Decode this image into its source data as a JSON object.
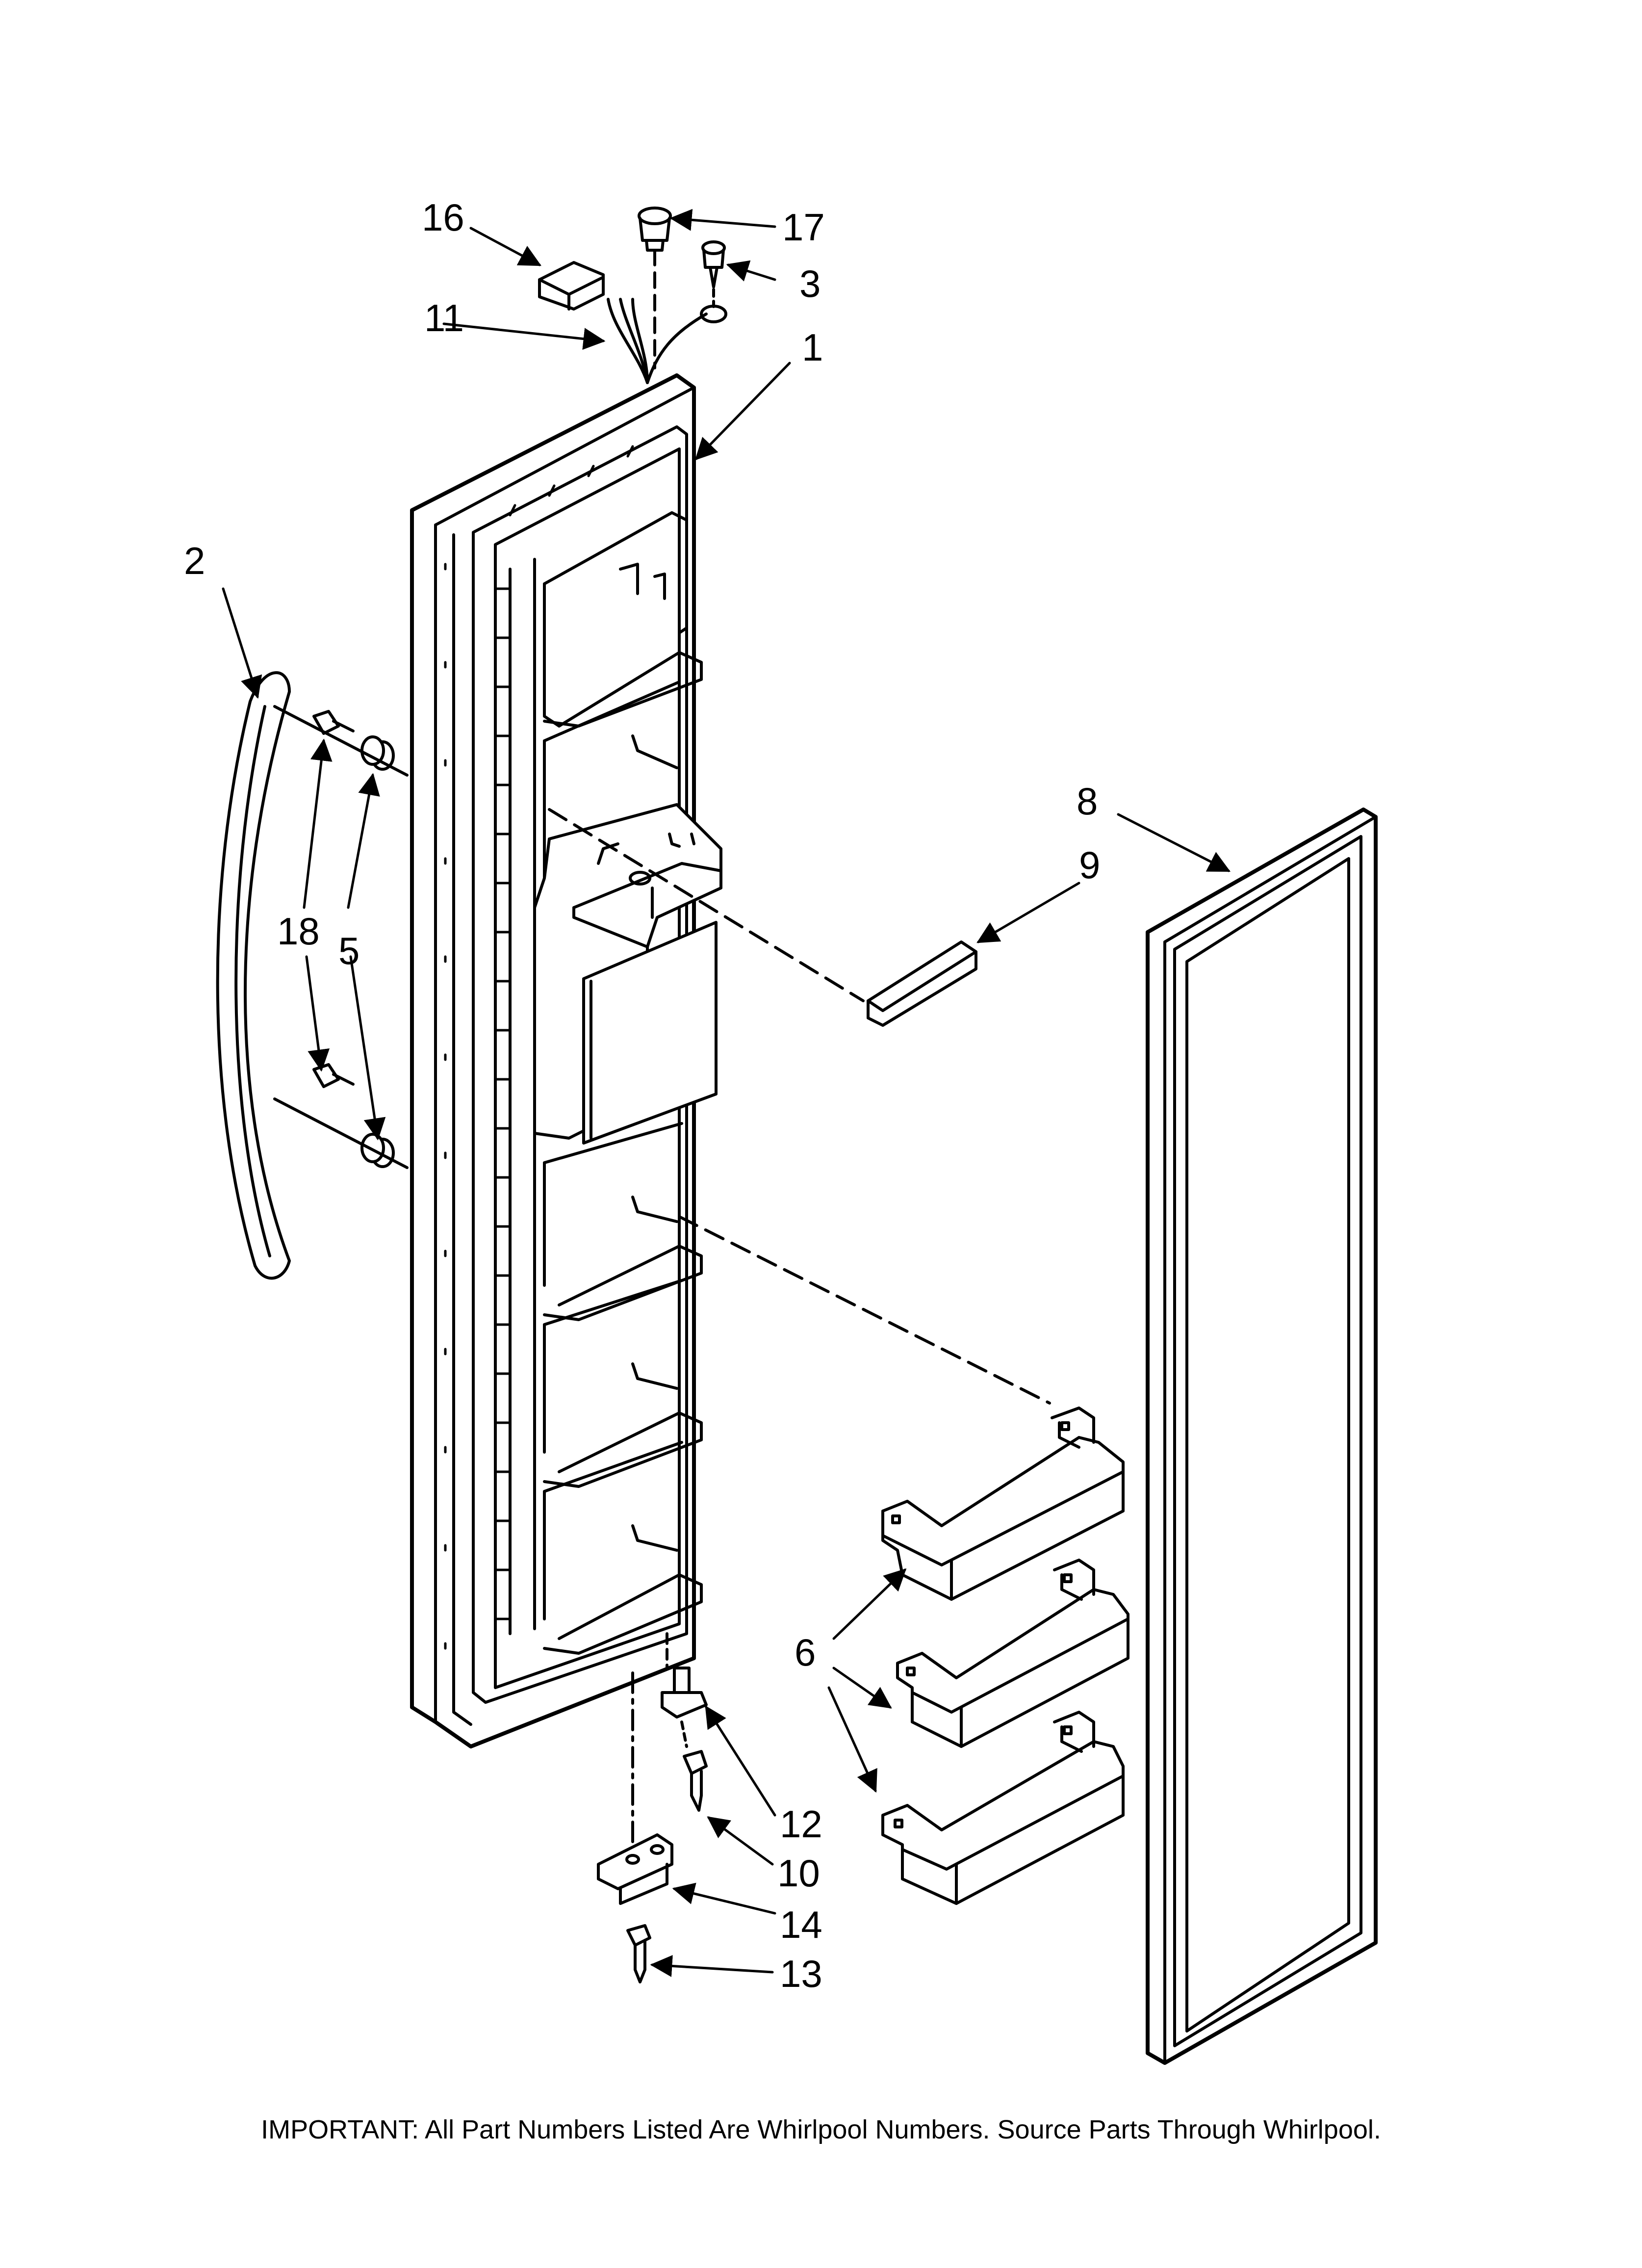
{
  "colors": {
    "line": "#000000",
    "background": "#ffffff",
    "shade": "#e6e6e6"
  },
  "labels": {
    "p1": "1",
    "p2": "2",
    "p3": "3",
    "p5": "5",
    "p6": "6",
    "p8": "8",
    "p9": "9",
    "p10": "10",
    "p11": "11",
    "p12": "12",
    "p13": "13",
    "p14": "14",
    "p16": "16",
    "p17": "17",
    "p18": "18"
  },
  "footer": {
    "note": "IMPORTANT: All Part Numbers Listed Are Whirlpool Numbers. Source Parts Through Whirlpool."
  }
}
